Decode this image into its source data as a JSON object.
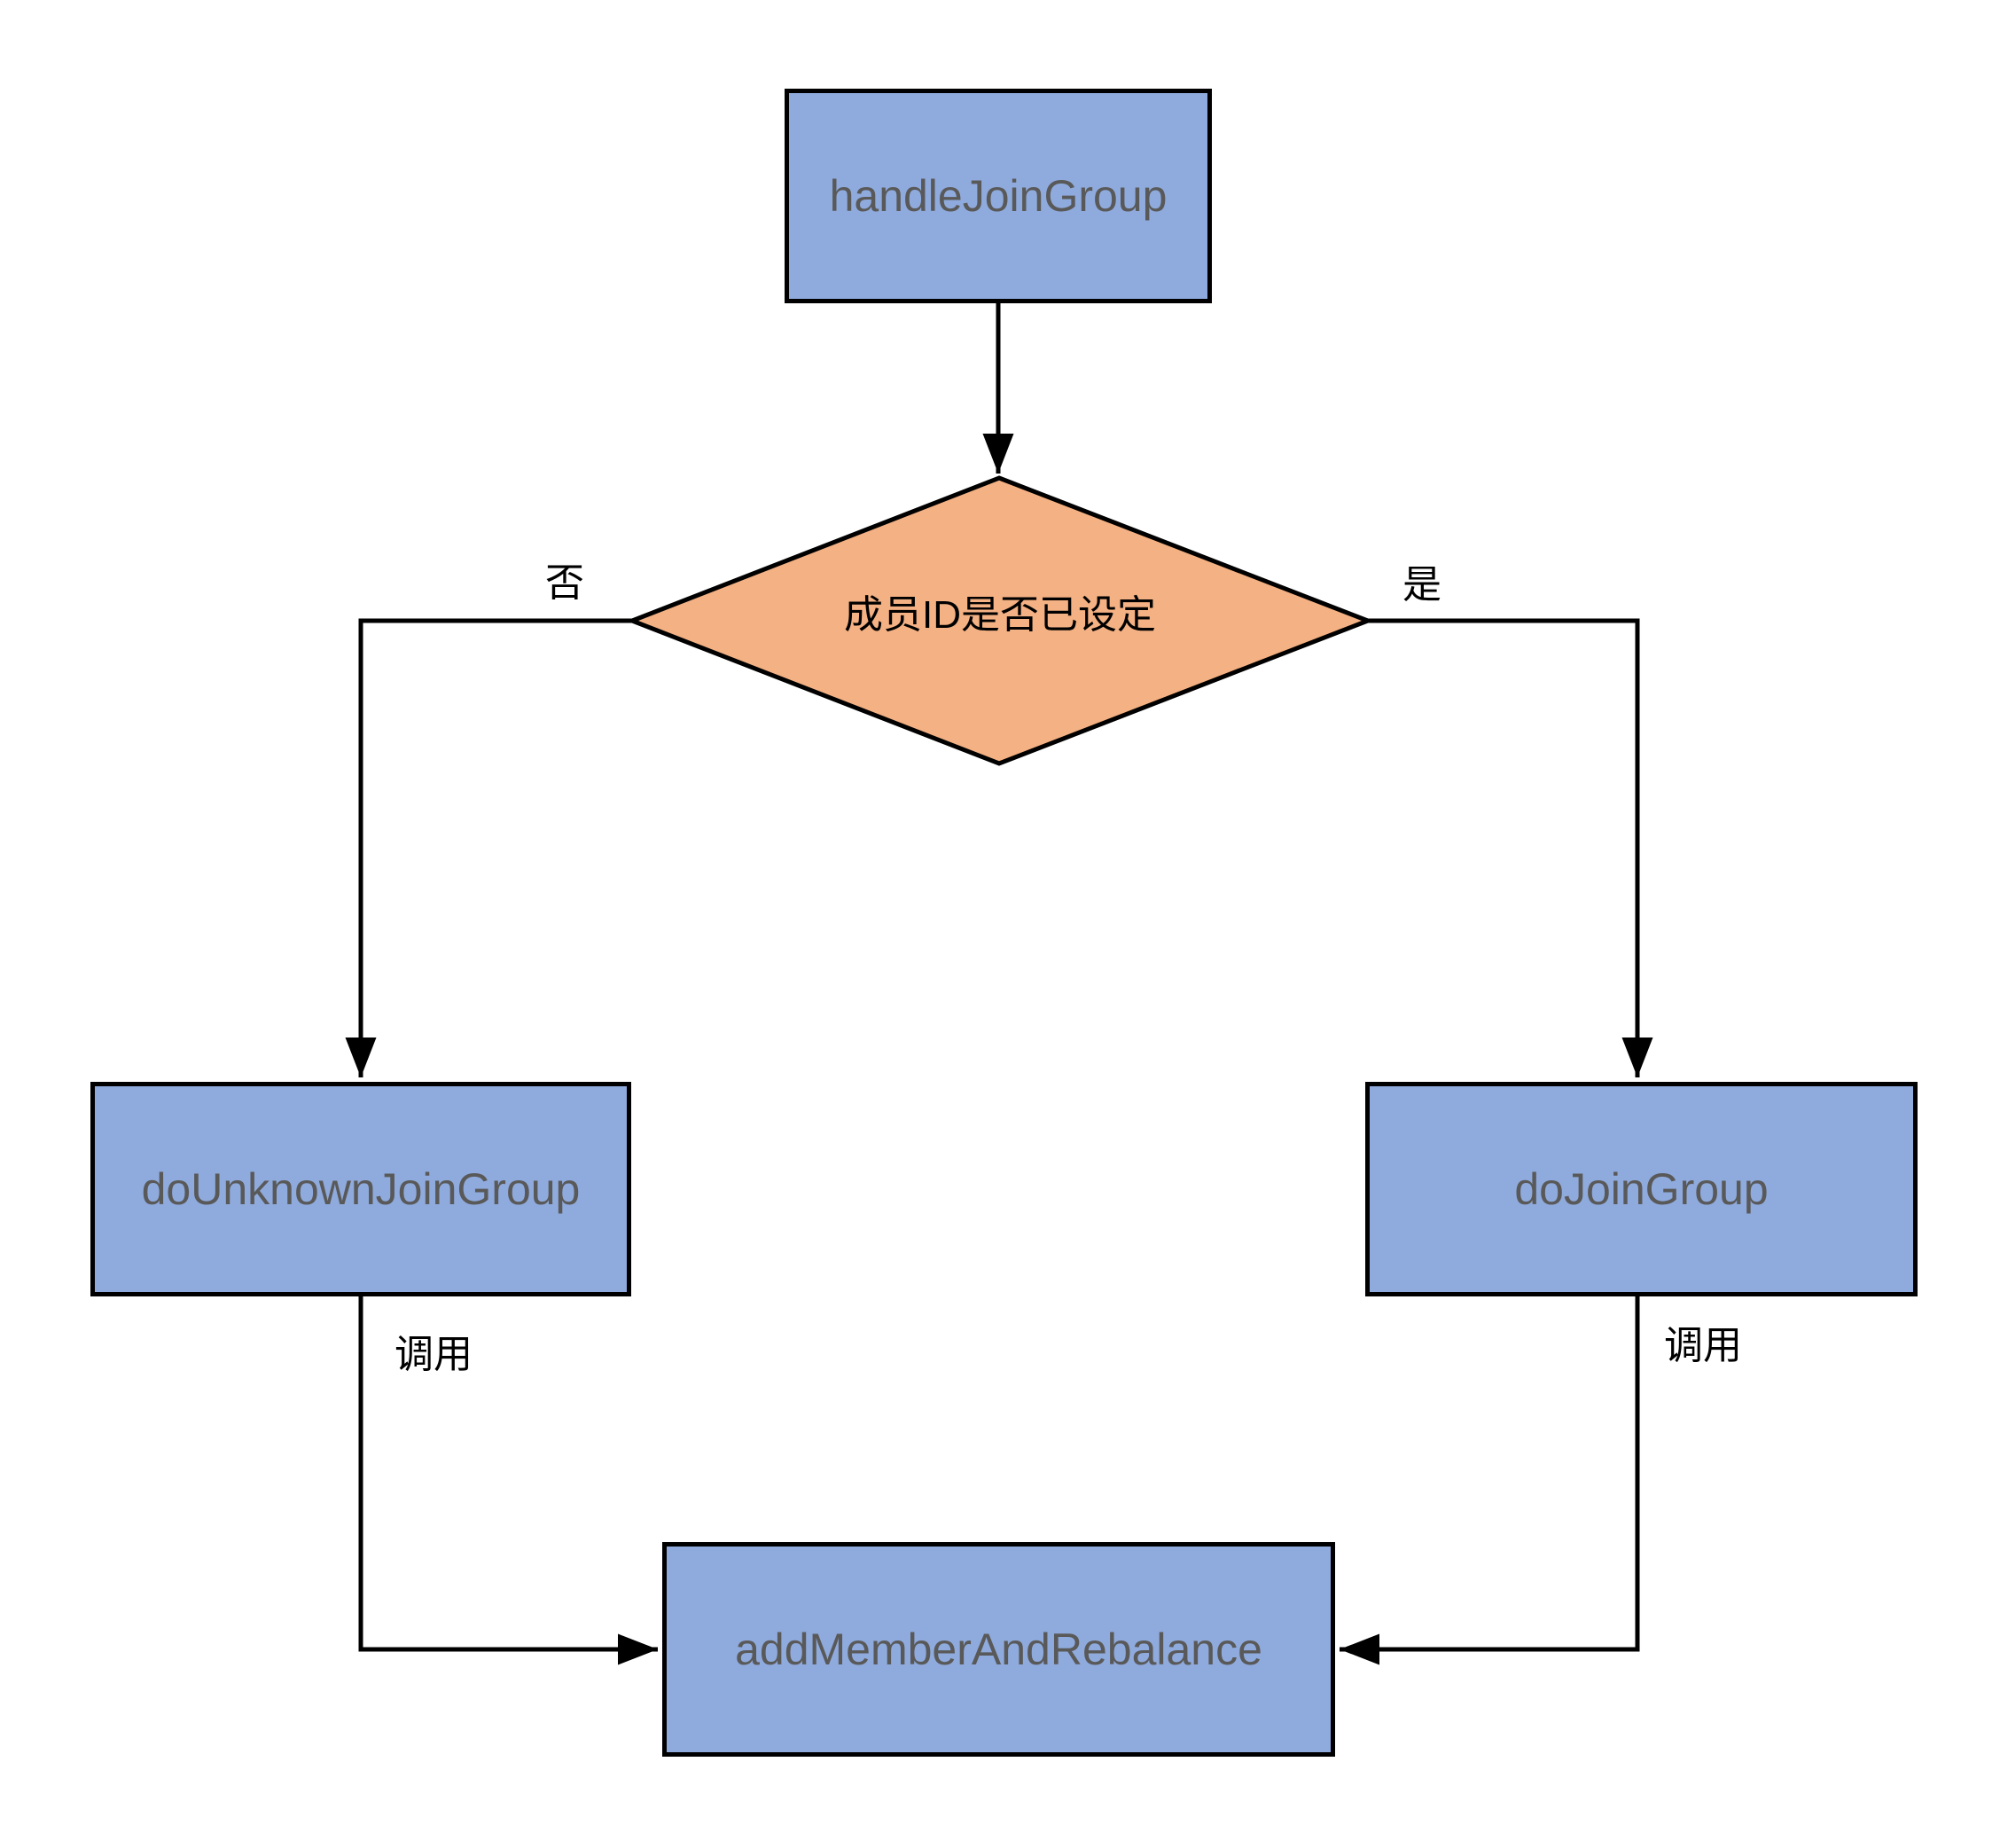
{
  "diagram": {
    "type": "flowchart",
    "nodes": {
      "handle_join_group": {
        "label": "handleJoinGroup",
        "shape": "rectangle"
      },
      "decision": {
        "label": "成员ID是否已设定",
        "shape": "diamond"
      },
      "do_unknown_join_group": {
        "label": "doUnknownJoinGroup",
        "shape": "rectangle"
      },
      "do_join_group": {
        "label": "doJoinGroup",
        "shape": "rectangle"
      },
      "add_member_and_rebalance": {
        "label": "addMemberAndRebalance",
        "shape": "rectangle"
      }
    },
    "edges": {
      "no_label": "否",
      "yes_label": "是",
      "call_left_label": "调用",
      "call_right_label": "调用"
    },
    "colors": {
      "process_fill": "#8FAADC",
      "decision_fill": "#F4B183",
      "stroke": "#000000",
      "process_text": "#595959",
      "label_text": "#000000",
      "background": "#FFFFFF"
    }
  }
}
